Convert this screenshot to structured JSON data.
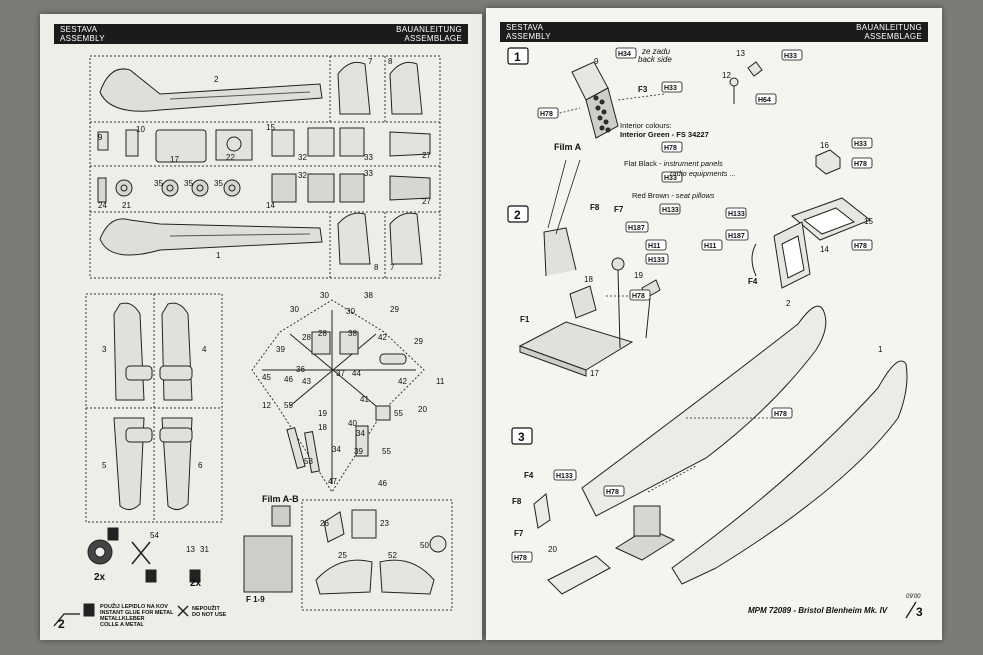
{
  "left_page": {
    "header": {
      "left_line1": "SESTAVA",
      "left_line2": "ASSEMBLY",
      "right_line1": "BAUANLEITUNG",
      "right_line2": "ASSEMBLAGE"
    },
    "page_number": "2",
    "part_numbers": [
      "2",
      "7",
      "8",
      "9",
      "10",
      "17",
      "22",
      "15",
      "32",
      "33",
      "27",
      "24",
      "21",
      "35",
      "35",
      "35",
      "14",
      "32",
      "33",
      "27",
      "1",
      "8",
      "7",
      "3",
      "4",
      "5",
      "6",
      "30",
      "30",
      "38",
      "30",
      "29",
      "28",
      "28",
      "38",
      "42",
      "29",
      "39",
      "36",
      "37",
      "44",
      "45",
      "46",
      "43",
      "42",
      "11",
      "12",
      "55",
      "19",
      "41",
      "20",
      "55",
      "18",
      "40",
      "34",
      "34",
      "39",
      "55",
      "53",
      "47",
      "46",
      "26",
      "23",
      "25",
      "52",
      "50",
      "54",
      "13",
      "31"
    ],
    "counts": [
      "2x",
      "2x"
    ],
    "film_label": "Film A-B",
    "fret_label": "F 1-9",
    "legend": {
      "glue_cz": "POUŽIJ LEPIDLO NA KOV",
      "glue_en": "INSTANT GLUE FOR METAL",
      "glue_de": "METALLKLEBER",
      "glue_fr": "COLLE A METAL",
      "nouse_cz": "NEPOUŽIT",
      "nouse_en": "DO NOT USE"
    }
  },
  "right_page": {
    "header": {
      "left_line1": "SESTAVA",
      "left_line2": "ASSEMBLY",
      "right_line1": "BAUANLEITUNG",
      "right_line2": "ASSEMBLAGE"
    },
    "steps": [
      "1",
      "2",
      "3"
    ],
    "back_side_cz": "ze zadu",
    "back_side_en": "back side",
    "codes": {
      "h34": "H34",
      "h33": "H33",
      "h78": "H78",
      "h64": "H64",
      "h187": "H187",
      "h11": "H11",
      "h133": "H133"
    },
    "labels": {
      "f3": "F3",
      "f8": "F8",
      "f7": "F7",
      "f1": "F1",
      "f4": "F4",
      "film_a": "Film A"
    },
    "interior": {
      "title": "Interior colours:",
      "green": "Interior Green - FS 34227",
      "flat_black": "Flat Black",
      "flat_black_desc1": " - instrument panels",
      "flat_black_desc2": "radio equipments ...",
      "red_brown": "Red Brown",
      "red_brown_desc": " - seat pillows"
    },
    "part_numbers": {
      "p9": "9",
      "p13": "13",
      "p12": "12",
      "p16": "16",
      "p15": "15",
      "p14": "14",
      "p19": "19",
      "p18": "18",
      "p17": "17",
      "p2": "2",
      "p1": "1",
      "p20": "20"
    },
    "footer_code": "09'00",
    "footer_title": "MPM 72089 - Bristol Blenheim Mk. IV",
    "page_number": "3"
  },
  "colors": {
    "background": "#7c7b78",
    "paper": "#f3f1ec",
    "ink": "#111111",
    "header": "#1b1b1b"
  }
}
